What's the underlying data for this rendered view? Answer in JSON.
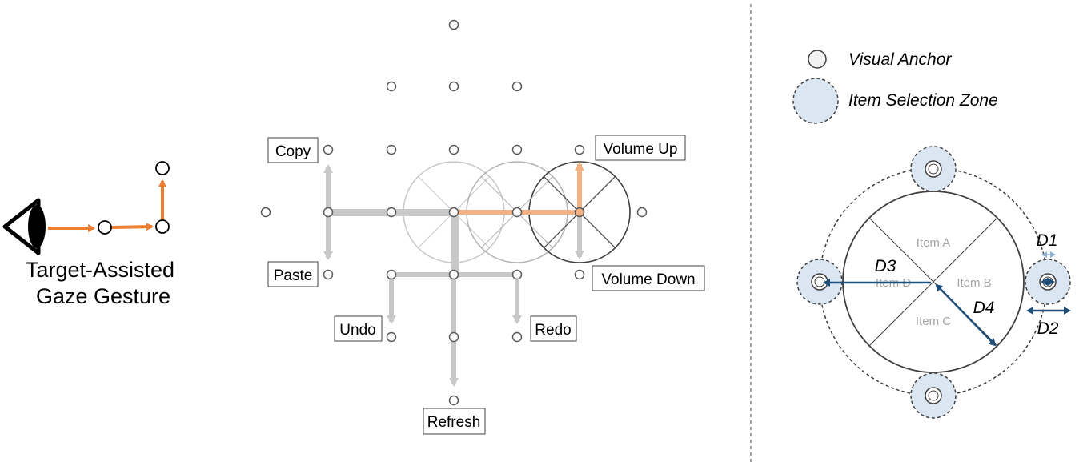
{
  "left_panel": {
    "caption_line1": "Target-Assisted",
    "caption_line2": "Gaze Gesture"
  },
  "middle_panel": {
    "commands": {
      "copy": "Copy",
      "paste": "Paste",
      "undo": "Undo",
      "redo": "Redo",
      "refresh": "Refresh",
      "volume_up": "Volume Up",
      "volume_down": "Volume Down"
    }
  },
  "right_panel": {
    "legend": {
      "visual_anchor": "Visual Anchor",
      "selection_zone": "Item Selection Zone"
    },
    "items": {
      "a": "Item A",
      "b": "Item B",
      "c": "Item C",
      "d": "Item D"
    },
    "distances": {
      "d1": "D1",
      "d2": "D2",
      "d3": "D3",
      "d4": "D4"
    }
  },
  "colors": {
    "gesture_orange": "#ed7d31",
    "path_gray": "#c8c8c8",
    "zone_fill": "#dae6f2",
    "measure_blue": "#1f4e79"
  }
}
